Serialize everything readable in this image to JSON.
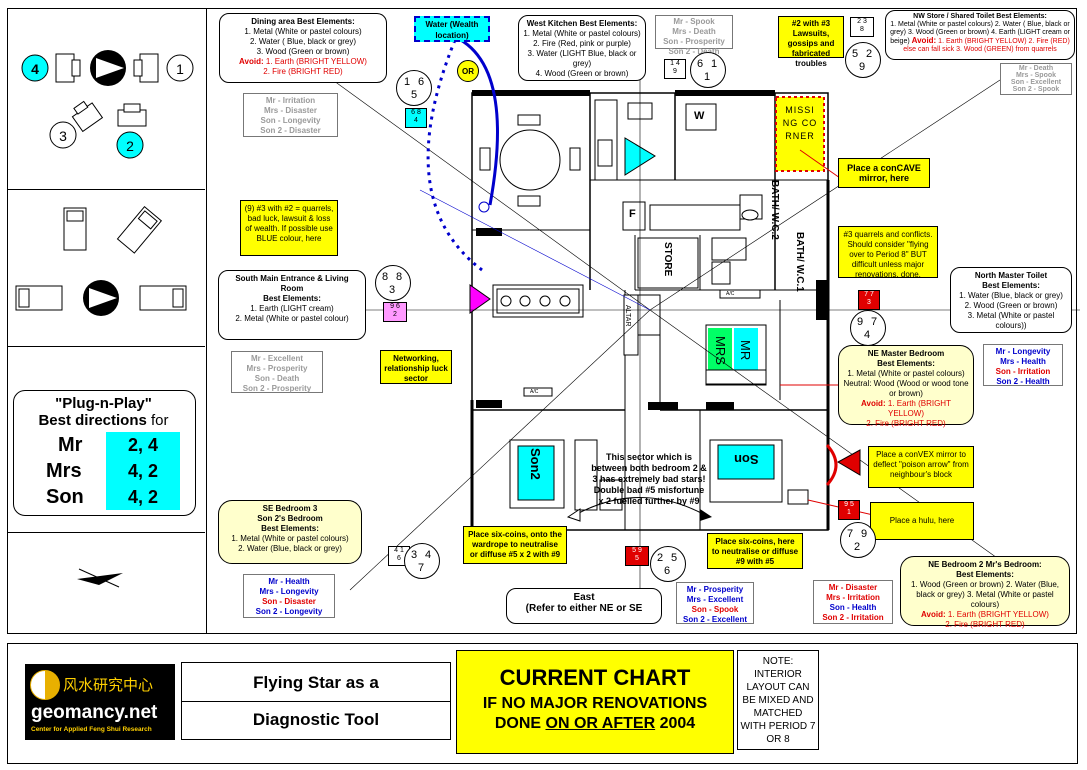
{
  "legend": {
    "markers": [
      "4",
      "1",
      "3",
      "2"
    ],
    "plug_title": "\"Plug-n-Play\"",
    "plug_sub_bold": "Best directions",
    "plug_sub_rest": " for",
    "rows": [
      {
        "name": "Mr",
        "value": "2, 4"
      },
      {
        "name": "Mrs",
        "value": "4, 2"
      },
      {
        "name": "Son",
        "value": "4, 2"
      }
    ]
  },
  "dining": {
    "title": "Dining area Best Elements:",
    "lines": [
      "1. Metal (White or pastel colours)",
      "2. Water ( Blue, black or grey)",
      "3. Wood (Green or brown)"
    ],
    "avoid_label": "Avoid:",
    "avoid": [
      "1. Earth (BRIGHT YELLOW)",
      "2. Fire (BRIGHT RED)"
    ],
    "stars": [
      "1",
      "6",
      "5"
    ],
    "sq": [
      "6",
      "8",
      "4"
    ],
    "occ": [
      "Mr - Irritation",
      "Mrs - Disaster",
      "Son - Longevity",
      "Son 2 - Disaster"
    ]
  },
  "water": {
    "label": "Water (Wealth location)",
    "or": "OR"
  },
  "west_kitchen": {
    "title": "West Kitchen Best Elements:",
    "lines": [
      "1. Metal (White or pastel colours)",
      "2. Fire (Red, pink or purple)",
      "3. Water (LIGHT  Blue, black or grey)",
      "4. Wood (Green or brown)"
    ],
    "occ": [
      "Mr - Spook",
      "Mrs - Death",
      "Son - Prosperity",
      "Son 2 - Death"
    ],
    "sq": [
      "1",
      "4",
      "9"
    ],
    "stars": [
      "6",
      "1",
      "1"
    ]
  },
  "lawsuits": {
    "text": "#2 with #3 Lawsuits, gossips and fabricated troubles",
    "sq": [
      "2",
      "3",
      "8"
    ],
    "stars": [
      "5",
      "2",
      "9"
    ]
  },
  "nw_store": {
    "title": "NW Store / Shared Toilet Best Elements:",
    "lines": "1. Metal (White or pastel colours) 2. Water ( Blue, black or grey) 3. Wood (Green or brown) 4. Earth (LIGHT cream or beige)",
    "avoid_label": "Avoid:",
    "avoid": "1. Earth (BRIGHT YELLOW) 2. Fire (RED) else can fall sick 3. Wood (GREEN) from quarrels",
    "occ": [
      "Mr - Death",
      "Mrs - Spook",
      "Son - Excellent",
      "Son 2 - Spook"
    ]
  },
  "plan": {
    "missing_corner": "MISSING CORNER",
    "concave": "Place a conCAVE mirror, here",
    "bath2": "BATH/ W.C.2",
    "bath1": "BATH/ W.C.1",
    "store": "STORE",
    "w": "W",
    "f": "F",
    "altar": "ALTAR",
    "mrs": "MRS",
    "mr": "MR",
    "son2": "Son2",
    "son": "Son",
    "ac": "A/C",
    "ac2": "A/C",
    "sector_note": "This sector which is between both bedroom 2 & 3 has extremely bad stars!  Double bad #5 misfortune x 2 fuelled further by #9"
  },
  "quarrels": {
    "text": "(9) #3 with #2 = quarrels, bad luck, lawsuit & loss of wealth. If possible use BLUE colour, here"
  },
  "quarrels2": {
    "text": "#3 quarrels and conflicts. Should consider \"flying over to Period 8\" BUT difficult unless major renovations, done."
  },
  "south": {
    "title": "South Main Entrance & Living Room",
    "sub": "Best Elements:",
    "lines": [
      "1. Earth (LIGHT cream)",
      "2. Metal (White or pastel colour)"
    ],
    "stars": [
      "8",
      "8",
      "3"
    ],
    "sq": [
      "9",
      "6",
      "2"
    ],
    "occ": [
      "Mr - Excellent",
      "Mrs - Prosperity",
      "Son - Death",
      "Son 2 - Prosperity"
    ]
  },
  "networking": "Networking, relationship luck sector",
  "north_toilet": {
    "title": "North  Master Toilet",
    "sub": "Best Elements:",
    "lines": [
      "1. Water (Blue, black or grey)",
      "2. Wood (Green or brown)",
      "3. Metal (White or pastel colours))"
    ],
    "sq": [
      "7",
      "7",
      "3"
    ],
    "stars": [
      "9",
      "7",
      "4"
    ],
    "occ": [
      "Mr - Longevity",
      "Mrs - Health",
      "Son - Irritation",
      "Son 2 - Health"
    ]
  },
  "ne_master": {
    "title": "NE Master Bedroom",
    "sub": "Best Elements:",
    "lines": [
      "1. Metal (White or pastel colours)",
      "Neutral: Wood (Wood or wood tone or brown)"
    ],
    "avoid_label": "Avoid:",
    "avoid": [
      "1. Earth (BRIGHT YELLOW)",
      "2. Fire (BRIGHT RED)"
    ]
  },
  "convex": "Place a conVEX mirror to deflect \"poison arrow\" from neighbour's block",
  "hulu": "Place a hulu, here",
  "ne_bed2": {
    "sq": [
      "9",
      "5",
      "1"
    ],
    "stars": [
      "7",
      "9",
      "2"
    ],
    "title": "NE Bedroom 2 Mr's Bedroom:",
    "sub": "Best Elements:",
    "lines": "1. Wood (Green or brown) 2. Water (Blue, black or grey) 3. Metal (White or pastel colours)",
    "avoid_label": "Avoid:",
    "avoid": [
      "1. Earth (BRIGHT YELLOW)",
      "2. Fire (BRIGHT RED)"
    ],
    "occ": [
      "Mr - Disaster",
      "Mrs - Irritation",
      "Son - Health",
      "Son 2 - Irritation"
    ]
  },
  "se_bed3": {
    "title": "SE Bedroom 3",
    "sub1": "Son 2's Bedroom",
    "sub": "Best Elements:",
    "lines": [
      "1. Metal (White or pastel colours)",
      "2. Water (Blue, black or grey)"
    ],
    "sq": [
      "4",
      "1",
      "6"
    ],
    "stars": [
      "3",
      "4",
      "7"
    ],
    "occ": [
      "Mr - Health",
      "Mrs - Longevity",
      "Son - Disaster",
      "Son 2 - Longevity"
    ]
  },
  "six_coins1": "Place six-coins, onto the wardrope to  neutralise or diffuse #5 x 2 with #9",
  "six_coins2": "Place six-coins, here to neutralise or diffuse #9 with #5",
  "east": {
    "label": "East",
    "sub": "(Refer to either NE or SE",
    "sq": [
      "5",
      "9",
      "5"
    ],
    "stars": [
      "2",
      "5",
      "6"
    ],
    "occ": [
      "Mr - Prosperity",
      "Mrs - Excellent",
      "Son - Spook",
      "Son 2 - Excellent"
    ]
  },
  "footer": {
    "logo_cn": "风水研究中心",
    "logo_brand": "geomancy.net",
    "logo_sub": "Center for Applied Feng Shui Research",
    "tool_title1": "Flying Star as a",
    "tool_title2": "Diagnostic Tool",
    "chart1": "CURRENT CHART",
    "chart2": "IF NO MAJOR RENOVATIONS",
    "chart3a": "DONE ",
    "chart3b": "ON OR AFTER",
    "chart3c": " 2004",
    "note": "NOTE: INTERIOR LAYOUT CAN BE MIXED AND MATCHED WITH PERIOD 7 OR 8"
  },
  "colors": {
    "cyan": "#00ffff",
    "yellow": "#ffff00",
    "red": "#e00000",
    "blue": "#0000cc",
    "magenta": "#ff00ff",
    "cream": "#ffffcc",
    "green": "#00ff66"
  }
}
